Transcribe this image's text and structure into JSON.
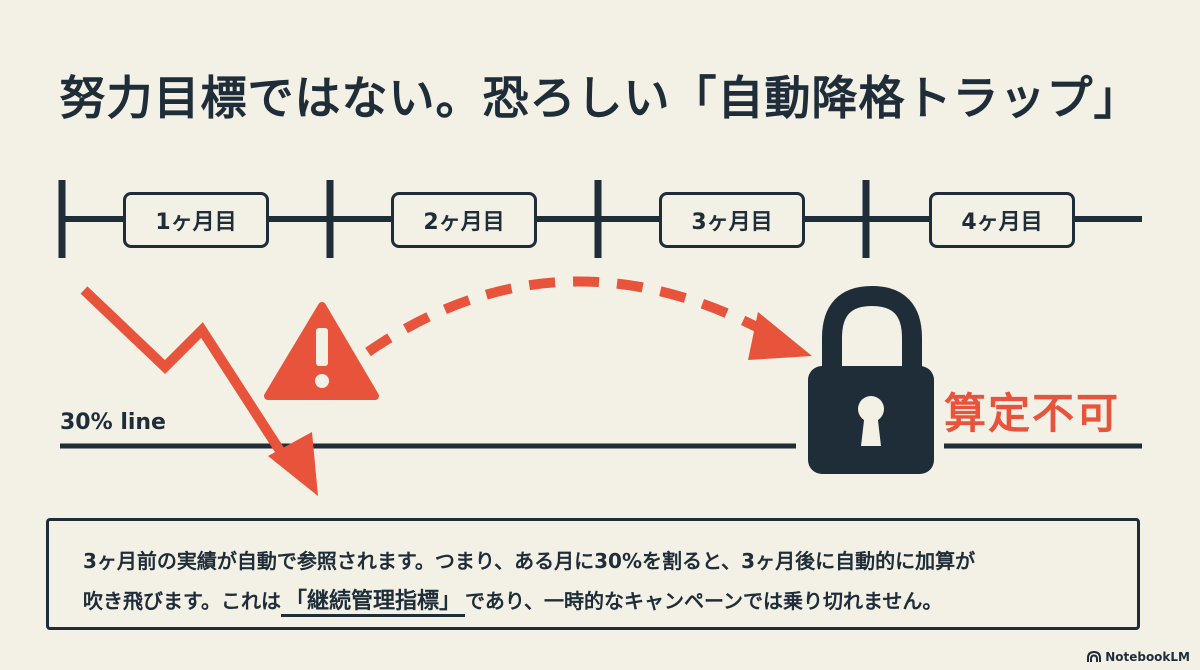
{
  "title": "努力目標ではない。恐ろしい「自動降格トラップ」",
  "timeline": {
    "months": [
      "1ヶ月目",
      "2ヶ月目",
      "3ヶ月目",
      "4ヶ月目"
    ]
  },
  "threshold": {
    "label": "30% line"
  },
  "status": {
    "text": "算定不可"
  },
  "note": {
    "line1": "3ヶ月前の実績が自動で参照されます。つまり、ある月に30%を割ると、3ヶ月後に自動的に加算が",
    "line2_before": "吹き飛びます。これは",
    "line2_highlight": "「継続管理指標」",
    "line2_after": "であり、一時的なキャンペーンでは乗り切れません。"
  },
  "icons": {
    "warning": "warning-triangle-icon",
    "lock": "padlock-icon",
    "brand": "notebooklm-icon"
  },
  "colors": {
    "ink": "#1e2d38",
    "accent": "#e8533b",
    "background": "#f3f0e6"
  },
  "brand": {
    "name": "NotebookLM"
  }
}
